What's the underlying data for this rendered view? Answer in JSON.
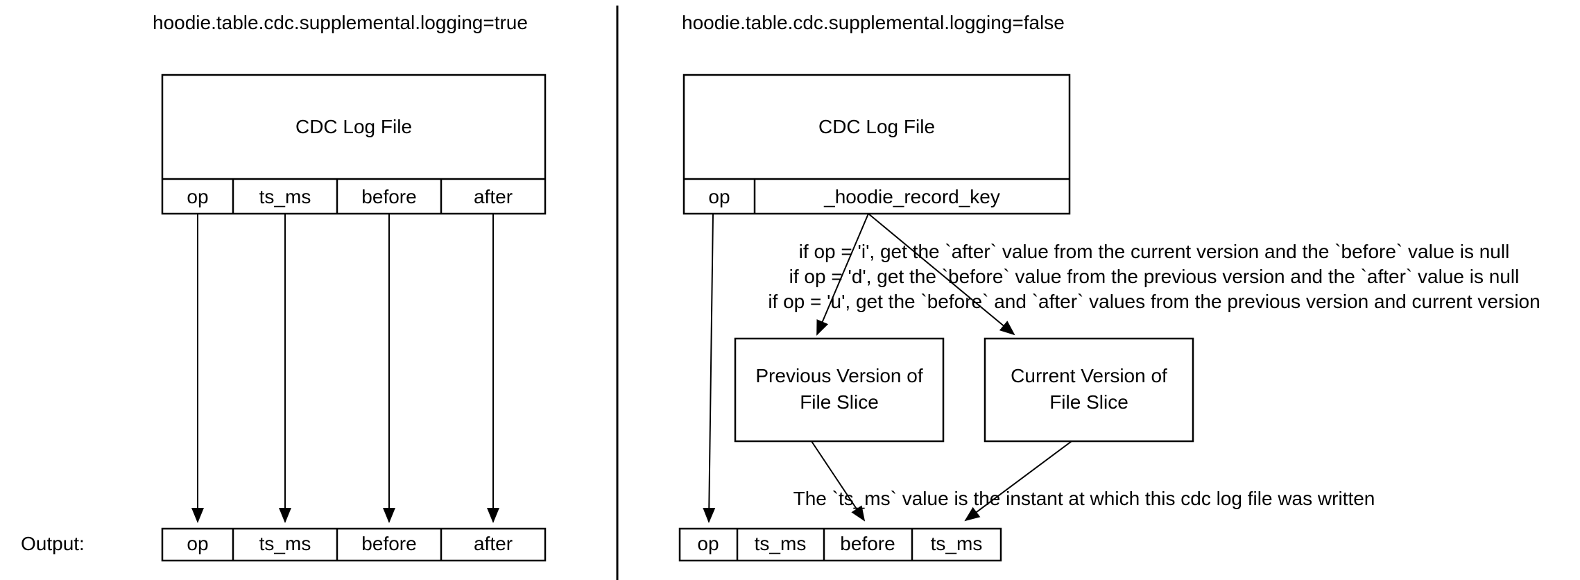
{
  "left": {
    "title": "hoodie.table.cdc.supplemental.logging=true",
    "box_label": "CDC Log File",
    "columns": [
      "op",
      "ts_ms",
      "before",
      "after"
    ],
    "output_label": "Output:",
    "output_columns": [
      "op",
      "ts_ms",
      "before",
      "after"
    ]
  },
  "right": {
    "title": "hoodie.table.cdc.supplemental.logging=false",
    "box_label": "CDC Log File",
    "columns": [
      "op",
      "_hoodie_record_key"
    ],
    "op_rules": [
      "if op = 'i', get the `after` value from the current version and the `before` value is null",
      "if op = 'd', get the `before` value from the previous version and the `after` value is null",
      "if op = 'u', get the `before` and `after` values from the previous version and current version"
    ],
    "previous_box": [
      "Previous Version of",
      "File Slice"
    ],
    "current_box": [
      "Current Version of",
      "File Slice"
    ],
    "note": "The `ts_ms` value is the instant at which this cdc log file was written",
    "output_columns": [
      "op",
      "ts_ms",
      "before",
      "ts_ms"
    ]
  },
  "colors": {
    "line": "#000000",
    "background": "#ffffff"
  }
}
